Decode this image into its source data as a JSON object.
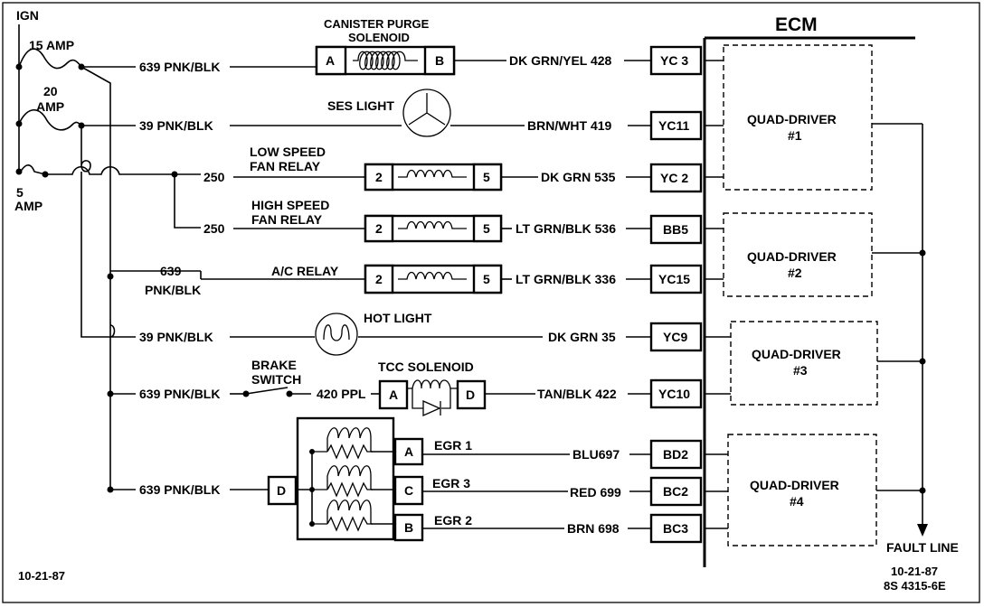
{
  "ign": "IGN",
  "fuses": {
    "f15": "15 AMP",
    "f20a": "20",
    "f20b": "AMP",
    "f5a": "5",
    "f5b": "AMP"
  },
  "ecm": "ECM",
  "canister": {
    "title1": "CANISTER PURGE",
    "title2": "SOLENOID",
    "pin_a": "A",
    "pin_b": "B",
    "in_wire": "639 PNK/BLK",
    "out_wire": "DK GRN/YEL 428",
    "terminal": "YC 3"
  },
  "ses": {
    "label": "SES LIGHT",
    "in_wire": "39 PNK/BLK",
    "out_wire": "BRN/WHT 419",
    "terminal": "YC11"
  },
  "low_fan": {
    "label1": "LOW SPEED",
    "label2": "FAN RELAY",
    "in_wire": "250",
    "pin_in": "2",
    "pin_out": "5",
    "out_wire": "DK GRN 535",
    "terminal": "YC 2"
  },
  "high_fan": {
    "label1": "HIGH SPEED",
    "label2": "FAN RELAY",
    "in_wire": "250",
    "pin_in": "2",
    "pin_out": "5",
    "out_wire": "LT GRN/BLK 536",
    "terminal": "BB5"
  },
  "ac": {
    "label": "A/C RELAY",
    "in_wire1": "639",
    "in_wire2": "PNK/BLK",
    "pin_in": "2",
    "pin_out": "5",
    "out_wire": "LT GRN/BLK 336",
    "terminal": "YC15"
  },
  "hot": {
    "label": "HOT LIGHT",
    "in_wire": "39 PNK/BLK",
    "out_wire": "DK GRN 35",
    "terminal": "YC9"
  },
  "tcc": {
    "brake1": "BRAKE",
    "brake2": "SWITCH",
    "label": "TCC SOLENOID",
    "in_wire": "639 PNK/BLK",
    "mid_wire": "420 PPL",
    "pin_a": "A",
    "pin_d": "D",
    "out_wire": "TAN/BLK 422",
    "terminal": "YC10"
  },
  "egr": {
    "in_wire": "639 PNK/BLK",
    "pin_d": "D",
    "rows": [
      {
        "pin": "A",
        "label": "EGR 1",
        "wire": "BLU697",
        "terminal": "BD2"
      },
      {
        "pin": "C",
        "label": "EGR 3",
        "wire": "RED 699",
        "terminal": "BC2"
      },
      {
        "pin": "B",
        "label": "EGR 2",
        "wire": "BRN 698",
        "terminal": "BC3"
      }
    ]
  },
  "quad": [
    {
      "l1": "QUAD-DRIVER",
      "l2": "#1"
    },
    {
      "l1": "QUAD-DRIVER",
      "l2": "#2"
    },
    {
      "l1": "QUAD-DRIVER",
      "l2": "#3"
    },
    {
      "l1": "QUAD-DRIVER",
      "l2": "#4"
    }
  ],
  "fault_line": "FAULT LINE",
  "date_left": "10-21-87",
  "date_right": "10-21-87",
  "doc_code": "8S 4315-6E"
}
